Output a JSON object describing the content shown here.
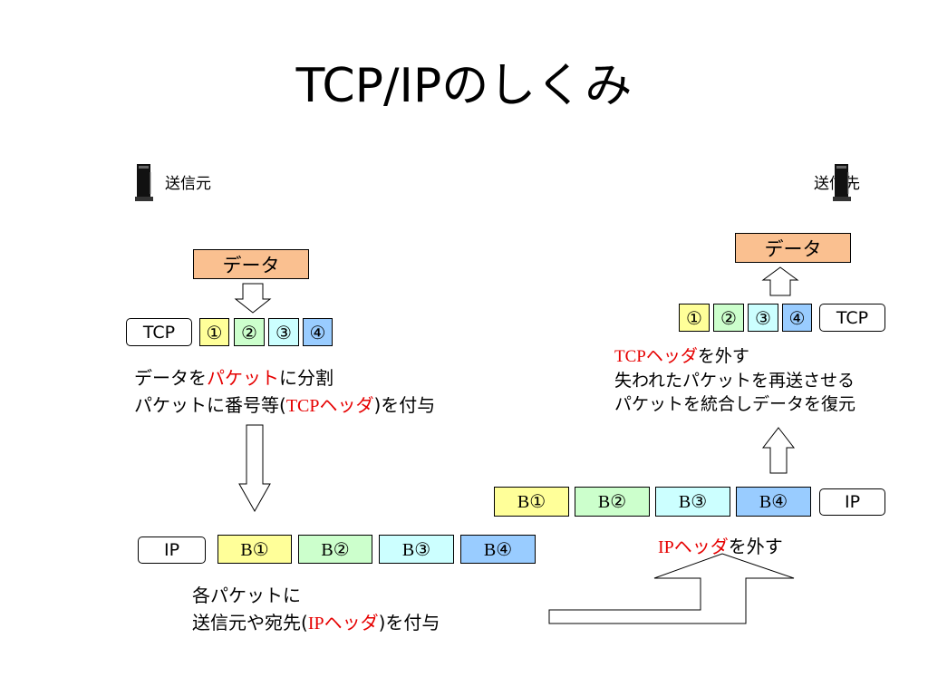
{
  "title": "TCP/IPのしくみ",
  "sender_label": "送信元",
  "receiver_label": "送信先",
  "data_label": "データ",
  "tcp_header": "TCP",
  "ip_header": "IP",
  "segments": [
    "①",
    "②",
    "③",
    "④"
  ],
  "packets": [
    "B①",
    "B②",
    "B③",
    "B④"
  ],
  "left_text": {
    "line1_a": "データを",
    "line1_red": "パケット",
    "line1_b": "に分割",
    "line2_a": "パケットに番号等(",
    "line2_red_serif": "TCP",
    "line2_red": "ヘッダ",
    "line2_b": ")を付与"
  },
  "bottom_text": {
    "line1": "各パケットに",
    "line2_a": "送信元や宛先(",
    "line2_red_serif": "IP",
    "line2_red": "ヘッダ",
    "line2_b": ")を付与"
  },
  "ip_remove_text": {
    "red_serif": "IP",
    "red": "ヘッダ",
    "rest": "を外す"
  },
  "right_text": {
    "line1_red_serif": "TCP",
    "line1_red": "ヘッダ",
    "line1_rest": "を外す",
    "line2": "失われたパケットを再送させる",
    "line3": "パケットを統合しデータを復元"
  }
}
